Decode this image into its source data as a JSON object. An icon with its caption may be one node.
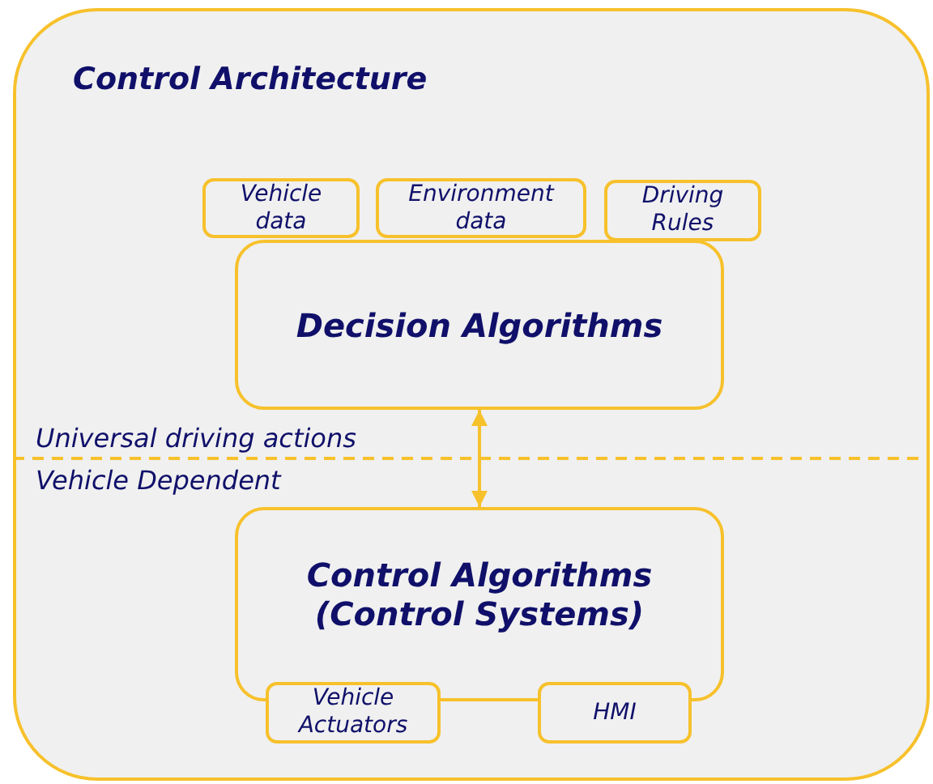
{
  "diagram": {
    "nodes": [
      {
        "text": [
          "Control Architecture"
        ]
      },
      {
        "text": [
          "Decision Algorithms"
        ],
        "in": 0
      },
      {
        "text": [
          "Vehicle data"
        ],
        "in": 0
      },
      {
        "text": [
          "Environment data"
        ],
        "in": 0
      },
      {
        "text": [
          "Driving Rules"
        ],
        "in": 0
      },
      {
        "text": [
          "Control Algorithms (Control Systems)"
        ],
        "in": 0
      },
      {
        "text": [
          "Vehicle Actuators"
        ],
        "in": 0
      },
      {
        "text": [
          "HMI"
        ],
        "in": 0
      }
    ],
    "edges": [
      {
        "from": 1,
        "to": 5,
        "arrow": "both"
      }
    ],
    "labels": [
      "Universal driving actions",
      "Vehicle Dependent"
    ]
  }
}
